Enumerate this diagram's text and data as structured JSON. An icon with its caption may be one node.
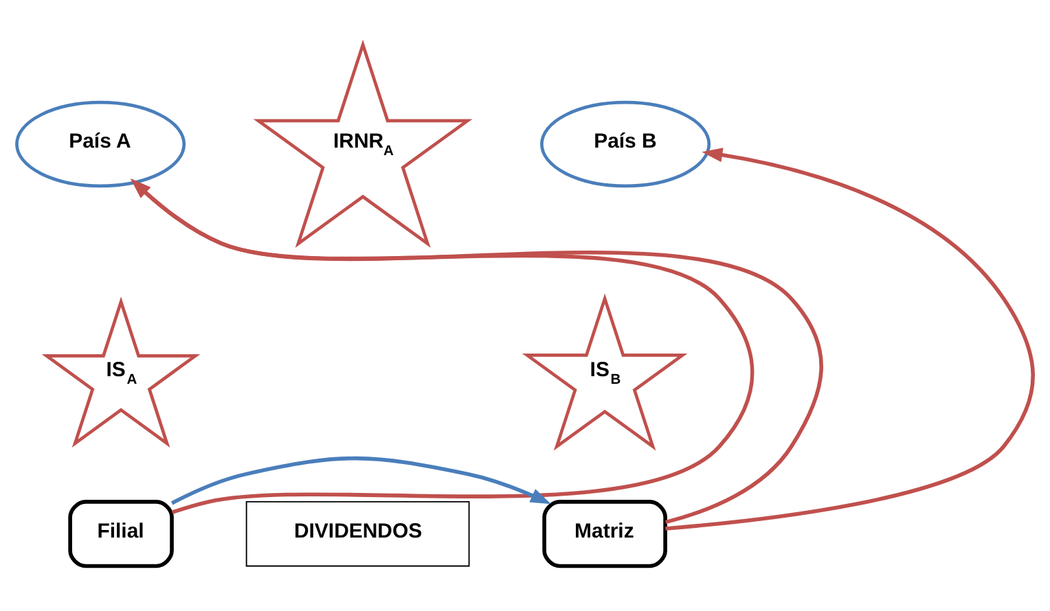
{
  "diagram": {
    "nodes": [
      {
        "text": [
          "País A"
        ]
      },
      {
        "text": [
          "País B"
        ]
      },
      {
        "text": [
          "IRNR$_{A}$"
        ]
      },
      {
        "text": [
          "IS$_{A}$"
        ]
      },
      {
        "text": [
          "IS$_{B}$"
        ]
      },
      {
        "text": [
          "DIVIDENDOS"
        ]
      },
      {
        "text": [
          "Filial"
        ]
      },
      {
        "text": [
          "Matriz"
        ]
      }
    ],
    "edges": [
      {
        "from": 6,
        "to": 7,
        "arrow": "to",
        "color": "#4a7ebb"
      },
      {
        "from": 7,
        "to": 0,
        "arrow": "to"
      },
      {
        "from": 6,
        "to": 0,
        "arrow": "to"
      },
      {
        "from": 7,
        "to": 1,
        "arrow": "to"
      }
    ]
  }
}
